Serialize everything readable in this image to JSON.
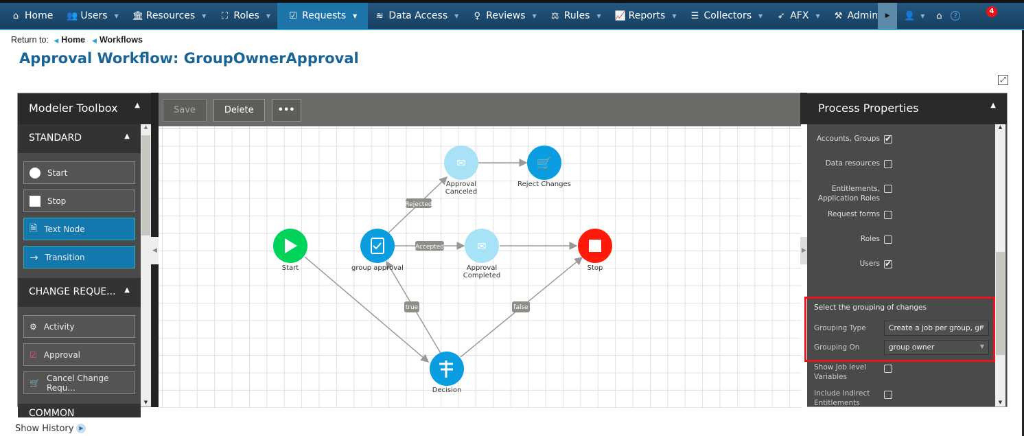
{
  "nav": {
    "items": [
      {
        "label": "Home",
        "icon": "home-icon",
        "dropdown": false
      },
      {
        "label": "Users",
        "icon": "users-icon",
        "dropdown": true
      },
      {
        "label": "Resources",
        "icon": "bank-icon",
        "dropdown": true
      },
      {
        "label": "Roles",
        "icon": "sitemap-icon",
        "dropdown": true
      },
      {
        "label": "Requests",
        "icon": "clipboard-check-icon",
        "dropdown": true,
        "active": true
      },
      {
        "label": "Data Access",
        "icon": "layers-icon",
        "dropdown": true
      },
      {
        "label": "Reviews",
        "icon": "pin-icon",
        "dropdown": true
      },
      {
        "label": "Rules",
        "icon": "scale-icon",
        "dropdown": true
      },
      {
        "label": "Reports",
        "icon": "chart-icon",
        "dropdown": true
      },
      {
        "label": "Collectors",
        "icon": "database-icon",
        "dropdown": true
      },
      {
        "label": "AFX",
        "icon": "rocket-icon",
        "dropdown": true
      },
      {
        "label": "Admin",
        "icon": "tools-icon",
        "dropdown": false
      }
    ],
    "notification_count": "4"
  },
  "breadcrumb": {
    "prefix": "Return to:",
    "items": [
      "Home",
      "Workflows"
    ]
  },
  "title": "Approval Workflow: GroupOwnerApproval",
  "toolbox": {
    "title": "Modeler Toolbox",
    "sections": [
      {
        "label": "STANDARD",
        "items": [
          "Start",
          "Stop",
          "Text Node",
          "Transition"
        ]
      },
      {
        "label": "CHANGE REQUE...",
        "items": [
          "Activity",
          "Approval",
          "Cancel Change Requ..."
        ]
      },
      {
        "label": "COMMON"
      }
    ]
  },
  "canvas_toolbar": {
    "save": "Save",
    "delete": "Delete",
    "more": "•••"
  },
  "workflow": {
    "nodes": {
      "start": "Start",
      "group_approval": "group approval",
      "approval_canceled": [
        "Approval",
        "Canceled"
      ],
      "reject_changes": "Reject Changes",
      "approval_completed": [
        "Approval",
        "Completed"
      ],
      "stop": "Stop",
      "decision": "Decision"
    },
    "transitions": {
      "rejected": "Rejected",
      "accepted": "Accepted",
      "true": "true",
      "false": "false"
    },
    "colors": {
      "start": "#00d35a",
      "task": "#0a9ee0",
      "email": "#a8e2f6",
      "stop": "#ff1a0a"
    }
  },
  "properties": {
    "title": "Process Properties",
    "checkboxes": [
      {
        "label": "Accounts, Groups",
        "checked": true
      },
      {
        "label": "Data resources",
        "checked": false
      },
      {
        "label": "Entitlements, Application Roles",
        "label1": "Entitlements,",
        "label2": "Application Roles",
        "checked": false
      },
      {
        "label": "Request forms",
        "checked": false
      },
      {
        "label": "Roles",
        "checked": false
      },
      {
        "label": "Users",
        "checked": true
      }
    ],
    "grouping_heading": "Select the grouping of changes",
    "grouping_type_label": "Grouping Type",
    "grouping_type_value": "Create a job per group, gr",
    "grouping_on_label": "Grouping On",
    "grouping_on_value": "group owner",
    "show_job_label1": "Show Job level",
    "show_job_label2": "Variables",
    "include_indirect_label1": "Include Indirect",
    "include_indirect_label2": "Entitlements"
  },
  "show_history": "Show History"
}
